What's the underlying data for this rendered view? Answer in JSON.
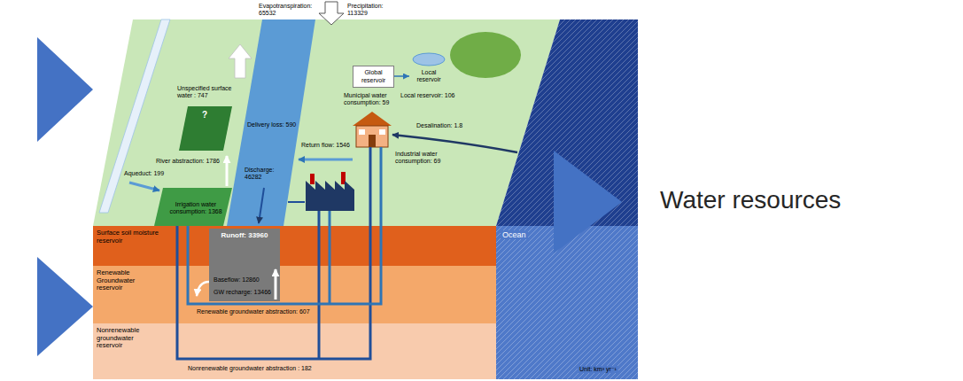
{
  "diagram": {
    "nodes": [
      {
        "text": [
          "Global reservoir"
        ]
      },
      {
        "text": [
          "Local reservoir"
        ]
      },
      {
        "text": [
          "Irrigation water consumption: 1368"
        ]
      },
      {
        "text": [
          "Surface soil moisture reservoir"
        ]
      },
      {
        "text": [
          "Runoff: 33960"
        ],
        "in": 3
      },
      {
        "text": [
          "Renewable Groundwater reservoir"
        ]
      },
      {
        "text": [
          "Nonrenewable groundwater reservoir"
        ]
      },
      {
        "text": [
          "Ocean"
        ]
      }
    ],
    "edges": [
      {
        "from": 0,
        "to": 1,
        "arrow": "to"
      }
    ],
    "labels": [
      "Evapotranspiration: 65532",
      "Precipitation: 113329",
      "Unspecified surface water : 747",
      "?",
      "Delivery loss: 590",
      "Aqueduct: 199",
      "River abstraction: 1786",
      "Municipal water consumption: 59",
      "Local reservoir: 106",
      "Desalination: 1.8",
      "Return flow: 1546",
      "Discharge: 46282",
      "Industrial water consumption: 69",
      "Baseflow: 12860",
      "GW recharge: 13466",
      "Renewable groundwater abstraction: 607",
      "Nonrenewable groundwater abstraction : 182",
      "Unit: km³ yr⁻¹",
      "Water resources"
    ]
  }
}
